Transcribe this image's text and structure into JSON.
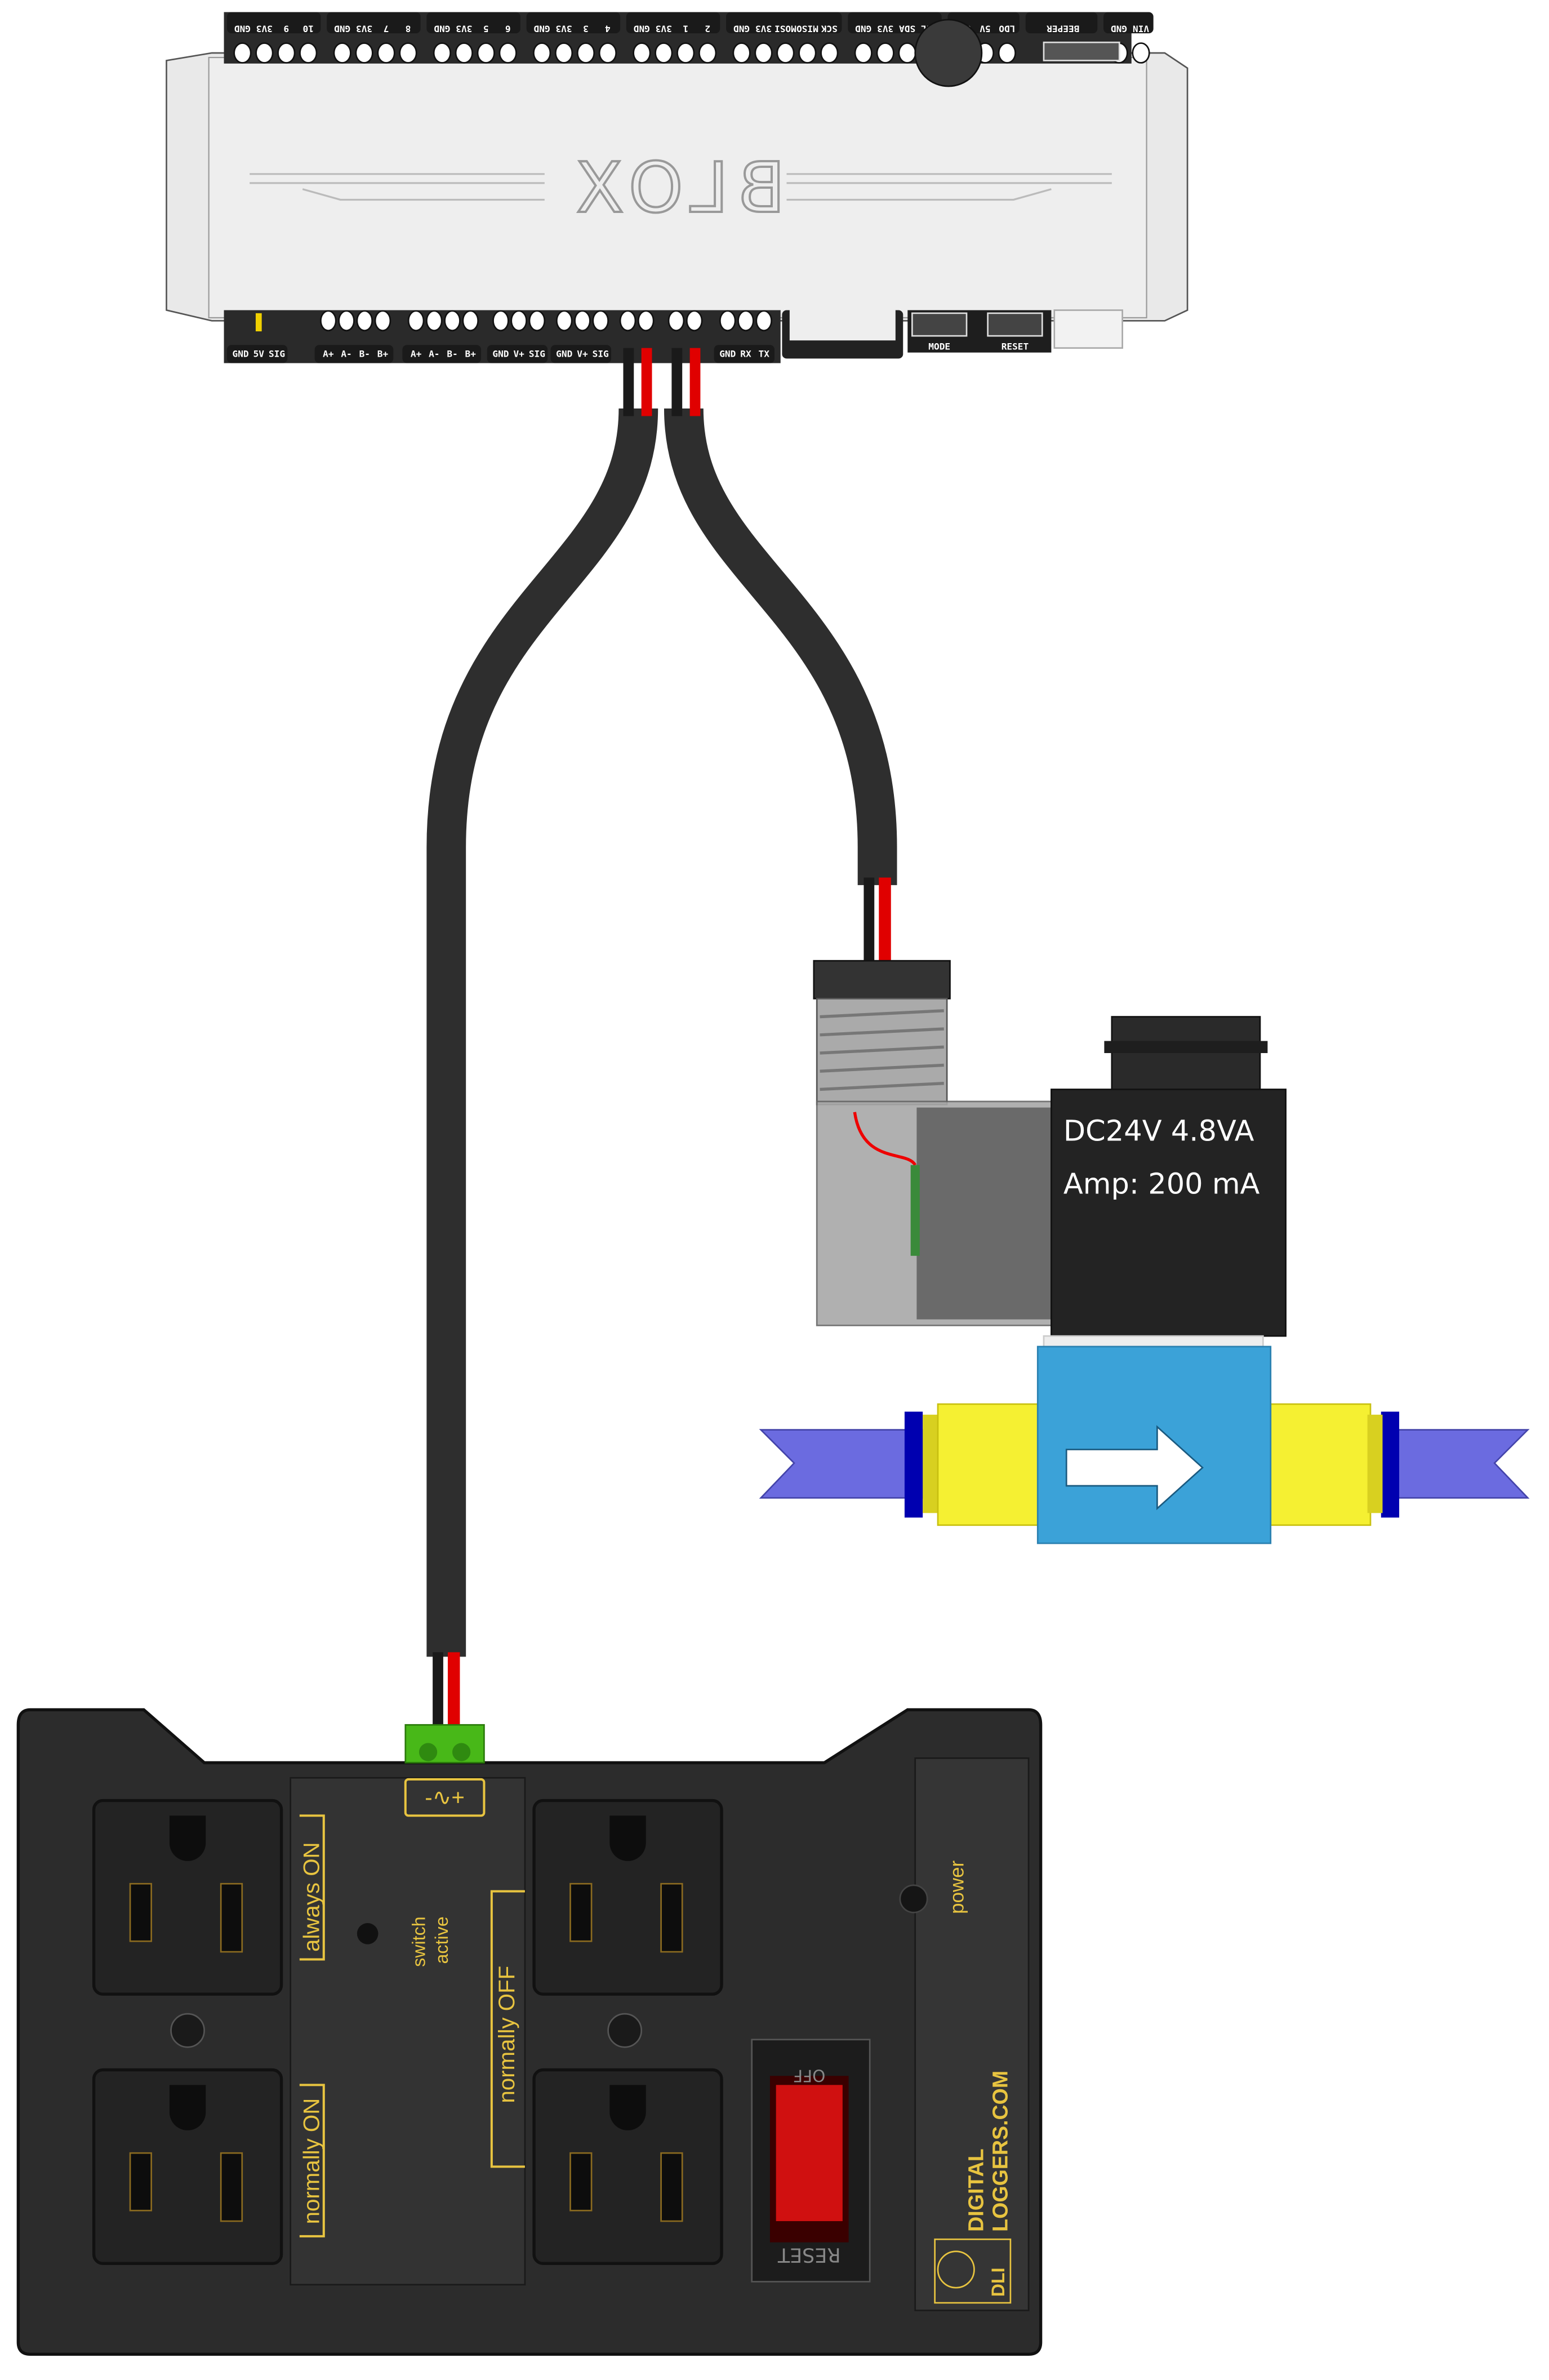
{
  "controller": {
    "logo": "BLOX",
    "top_terminals": [
      [
        "10",
        "9",
        "3V3",
        "GND"
      ],
      [
        "8",
        "7",
        "3V3",
        "GND"
      ],
      [
        "6",
        "5",
        "3V3",
        "GND"
      ],
      [
        "4",
        "3",
        "3V3",
        "GND"
      ],
      [
        "2",
        "1",
        "3V3",
        "GND"
      ],
      [
        "SCK",
        "MISO",
        "MOSI",
        "3V3",
        "GND"
      ],
      [
        "SCL",
        "SDA",
        "3V3",
        "GND"
      ],
      [
        "LDO",
        "5V",
        "GND"
      ],
      [
        "BEEPER"
      ],
      [
        "VIN",
        "GND"
      ]
    ],
    "bottom_terminals": [
      [
        "GND",
        "5V",
        "SIG"
      ],
      [
        "A+",
        "A-",
        "B-",
        "B+"
      ],
      [
        "A+",
        "A-",
        "B-",
        "B+"
      ],
      [
        "GND",
        "V+",
        "SIG"
      ],
      [
        "GND",
        "V+",
        "SIG"
      ],
      [
        "",
        ""
      ],
      [
        "",
        ""
      ],
      [
        "GND",
        "RX",
        "TX"
      ]
    ],
    "mode_button": "MODE",
    "reset_button": "RESET"
  },
  "solenoid": {
    "rating": "DC24V 4.8VA",
    "current": "Amp: 200 mA"
  },
  "power_strip": {
    "input_label": "-∿+",
    "always_on": "always ON",
    "normally_on": "normally ON",
    "switch_active": "switch",
    "switch_active_2": "active",
    "normally_off": "normally OFF",
    "power": "power",
    "switch_off": "OFF",
    "switch_reset": "RESET",
    "brand_1": "DIGITAL",
    "brand_2": "LOGGERS.COM",
    "brand_logo": "DLI"
  },
  "colors": {
    "cable": "#2e2e2e",
    "wire_red": "#e00000",
    "valve_blue": "#3ba2d8",
    "fitting_yellow": "#f5f032",
    "pipe": "#6b6be0",
    "strip_label": "#e8c440"
  }
}
